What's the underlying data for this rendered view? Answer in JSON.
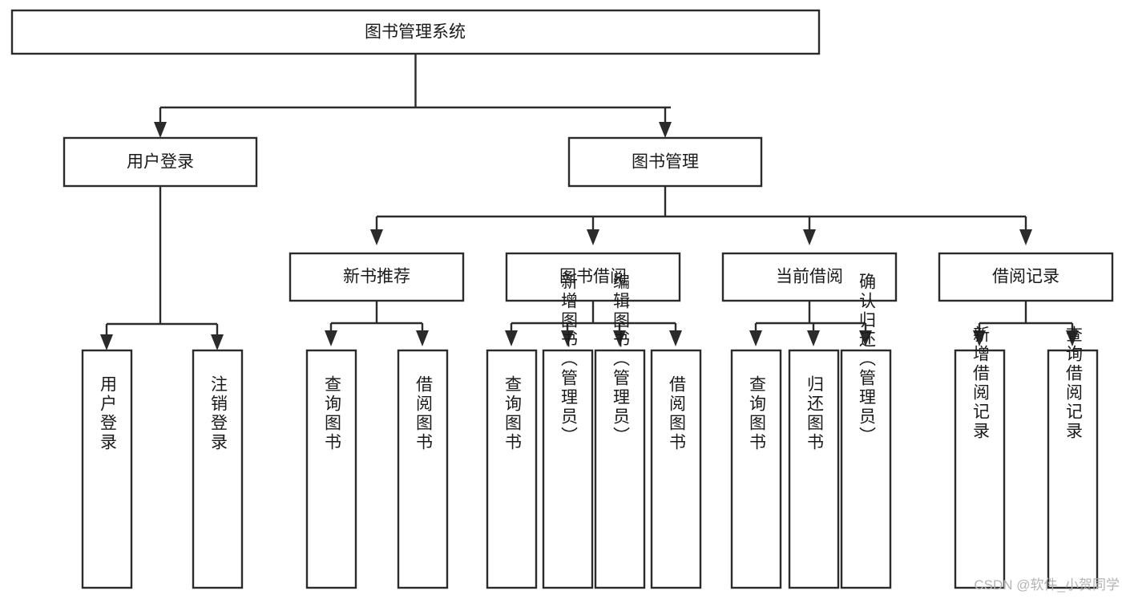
{
  "diagram": {
    "type": "tree",
    "title": "图书管理系统",
    "orientation": "top-down",
    "root": {
      "id": "root",
      "label": "图书管理系统",
      "level": 0
    },
    "level2": [
      {
        "id": "user-login",
        "label": "用户登录"
      },
      {
        "id": "book-manage",
        "label": "图书管理"
      }
    ],
    "level3": [
      {
        "id": "new-book-rec",
        "label": "新书推荐",
        "parent": "book-manage"
      },
      {
        "id": "book-borrow",
        "label": "图书借阅",
        "parent": "book-manage"
      },
      {
        "id": "current-borrow",
        "label": "当前借阅",
        "parent": "book-manage"
      },
      {
        "id": "borrow-record",
        "label": "借阅记录",
        "parent": "book-manage"
      }
    ],
    "leaves": {
      "user-login": [
        {
          "id": "leaf-user-login",
          "label": "用户登录"
        },
        {
          "id": "leaf-logout",
          "label": "注销登录"
        }
      ],
      "new-book-rec": [
        {
          "id": "leaf-query-book-1",
          "label": "查询图书"
        },
        {
          "id": "leaf-borrow-book-1",
          "label": "借阅图书"
        }
      ],
      "book-borrow": [
        {
          "id": "leaf-query-book-2",
          "label": "查询图书"
        },
        {
          "id": "leaf-add-book",
          "label": "新增图书（管理员）"
        },
        {
          "id": "leaf-edit-book",
          "label": "编辑图书（管理员）"
        },
        {
          "id": "leaf-borrow-book-2",
          "label": "借阅图书"
        }
      ],
      "current-borrow": [
        {
          "id": "leaf-query-book-3",
          "label": "查询图书"
        },
        {
          "id": "leaf-return-book",
          "label": "归还图书"
        },
        {
          "id": "leaf-confirm-return",
          "label": "确认归还（管理员）"
        }
      ],
      "borrow-record": [
        {
          "id": "leaf-add-record",
          "label": "新增借阅记录"
        },
        {
          "id": "leaf-query-record",
          "label": "查询借阅记录"
        }
      ]
    }
  },
  "watermark": {
    "text": "CSDN @软件_小贺同学"
  },
  "colors": {
    "box_stroke": "#2b2b2b",
    "box_fill": "#ffffff",
    "text": "#1a1a1a",
    "watermark": "#b4b4b4",
    "background": "#ffffff"
  }
}
